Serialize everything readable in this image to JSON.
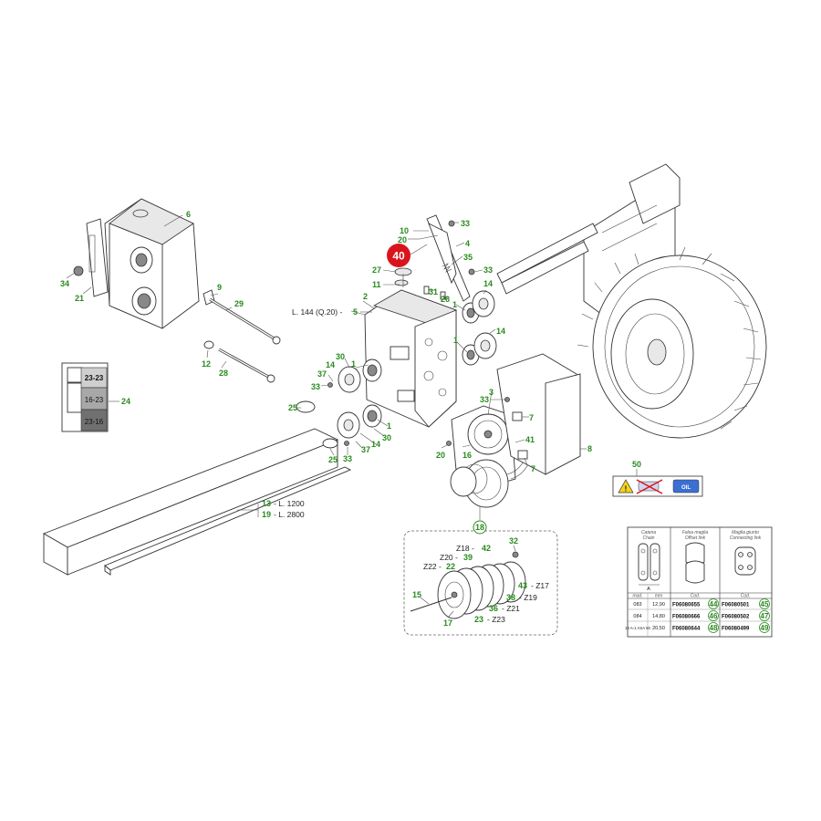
{
  "callouts": [
    {
      "id": "c6",
      "text": "6"
    },
    {
      "id": "c34",
      "text": "34"
    },
    {
      "id": "c21",
      "text": "21"
    },
    {
      "id": "c9",
      "text": "9"
    },
    {
      "id": "c29",
      "text": "29"
    },
    {
      "id": "c12",
      "text": "12"
    },
    {
      "id": "c28",
      "text": "28"
    },
    {
      "id": "c24",
      "text": "24"
    },
    {
      "id": "c10",
      "text": "10"
    },
    {
      "id": "c20a",
      "text": "20"
    },
    {
      "id": "c33a",
      "text": "33"
    },
    {
      "id": "c4",
      "text": "4"
    },
    {
      "id": "c35",
      "text": "35"
    },
    {
      "id": "c33b",
      "text": "33"
    },
    {
      "id": "c27",
      "text": "27"
    },
    {
      "id": "c11",
      "text": "11"
    },
    {
      "id": "c31",
      "text": "31"
    },
    {
      "id": "c26",
      "text": "26"
    },
    {
      "id": "c1a",
      "text": "1"
    },
    {
      "id": "c14a",
      "text": "14"
    },
    {
      "id": "c2",
      "text": "2"
    },
    {
      "id": "c30a",
      "text": "30"
    },
    {
      "id": "c1b",
      "text": "1"
    },
    {
      "id": "c14b",
      "text": "14"
    },
    {
      "id": "c37a",
      "text": "37"
    },
    {
      "id": "c33c",
      "text": "33"
    },
    {
      "id": "c1c",
      "text": "1"
    },
    {
      "id": "c14c",
      "text": "14"
    },
    {
      "id": "c25a",
      "text": "25"
    },
    {
      "id": "c1d",
      "text": "1"
    },
    {
      "id": "c14d",
      "text": "14"
    },
    {
      "id": "c30b",
      "text": "30"
    },
    {
      "id": "c37b",
      "text": "37"
    },
    {
      "id": "c25b",
      "text": "25"
    },
    {
      "id": "c33d",
      "text": "33"
    },
    {
      "id": "c3",
      "text": "3"
    },
    {
      "id": "c7a",
      "text": "7"
    },
    {
      "id": "c33e",
      "text": "33"
    },
    {
      "id": "c41",
      "text": "41"
    },
    {
      "id": "c20b",
      "text": "20"
    },
    {
      "id": "c16",
      "text": "16"
    },
    {
      "id": "c7b",
      "text": "7"
    },
    {
      "id": "c8",
      "text": "8"
    },
    {
      "id": "c50",
      "text": "50"
    },
    {
      "id": "c18",
      "text": "18"
    },
    {
      "id": "c32",
      "text": "32"
    },
    {
      "id": "c15",
      "text": "15"
    },
    {
      "id": "c17",
      "text": "17"
    }
  ],
  "labels": {
    "len144": "L. 144 (Q.20) -",
    "len144_num": "5",
    "len1200_num": "13",
    "len1200": "- L. 1200",
    "len2800_num": "19",
    "len2800": "- L. 2800",
    "highlight": "40"
  },
  "sprocket_labels": [
    {
      "z": "Z18 -",
      "n": "42"
    },
    {
      "z": "Z20 -",
      "n": "39"
    },
    {
      "z": "Z22 -",
      "n": "22"
    },
    {
      "z": "- Z17",
      "n": "43"
    },
    {
      "z": "- Z19",
      "n": "38"
    },
    {
      "z": "- Z21",
      "n": "36"
    },
    {
      "z": "- Z23",
      "n": "23"
    }
  ],
  "ratio_box": [
    "23-23",
    "16-23",
    "23-16"
  ],
  "table": {
    "headers": [
      {
        "it": "Catena",
        "en": "Chain"
      },
      {
        "it": "Falsa maglia",
        "en": "Offset link"
      },
      {
        "it": "Maglia giunto",
        "en": "Connecting link"
      }
    ],
    "dim_label": "A",
    "sub": {
      "mod": "mod.",
      "mm": "mm",
      "cod1": "Cod.",
      "cod2": "Cod."
    },
    "rows": [
      {
        "mod": "083",
        "mm": "12,90",
        "offset": "F06080655",
        "on": "44",
        "conn": "F06080501",
        "cn": "45"
      },
      {
        "mod": "084",
        "mm": "14,80",
        "offset": "F06080666",
        "on": "46",
        "conn": "F06080502",
        "cn": "47"
      },
      {
        "mod": "10 A-1 ASA 50",
        "mm": "20,50",
        "offset": "F06080644",
        "on": "48",
        "conn": "F06080499",
        "cn": "49"
      }
    ]
  },
  "warning_sticker": {
    "oil_label": "OIL"
  },
  "colors": {
    "callout": "#2a8a1e",
    "highlight": "#d9141c"
  }
}
